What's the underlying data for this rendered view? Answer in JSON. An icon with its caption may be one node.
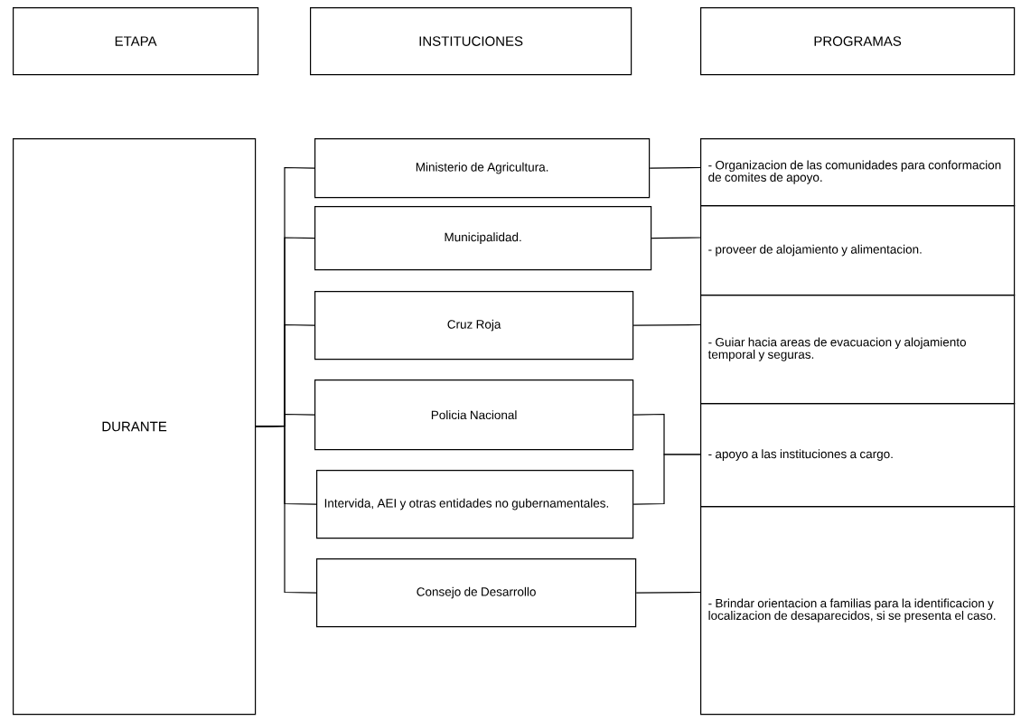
{
  "diagram": {
    "nodes": [
      {
        "text": [
          "ETAPA"
        ]
      },
      {
        "text": [
          "INSTITUCIONES"
        ]
      },
      {
        "text": [
          "PROGRAMAS"
        ]
      },
      {
        "text": [
          "DURANTE"
        ]
      },
      {
        "text": [
          "Ministerio de Agricultura."
        ]
      },
      {
        "text": [
          "Municipalidad."
        ]
      },
      {
        "text": [
          "Cruz Roja"
        ]
      },
      {
        "text": [
          "Policia Nacional"
        ]
      },
      {
        "text": [
          "Intervida, AEI y otras entidades no gubernamentales."
        ]
      },
      {
        "text": [
          "Consejo de Desarrollo"
        ]
      },
      {
        "text": [
          "- Organizacion de las comunidades para conformacion de comites de apoyo."
        ]
      },
      {
        "text": [
          "- proveer  de alojamiento y alimentacion."
        ]
      },
      {
        "text": [
          "- Guiar hacia areas de evacuacion y alojamiento temporal y seguras."
        ]
      },
      {
        "text": [
          "- apoyo a las instituciones a cargo."
        ]
      },
      {
        "text": [
          "- Brindar orientacion a familias para la identificacion y localizacion de desaparecidos, si se presenta el caso."
        ]
      }
    ],
    "edges": [
      {
        "from": 3,
        "to": 4,
        "arrow": "none"
      },
      {
        "from": 3,
        "to": 5,
        "arrow": "none"
      },
      {
        "from": 3,
        "to": 6,
        "arrow": "none"
      },
      {
        "from": 3,
        "to": 7,
        "arrow": "none"
      },
      {
        "from": 3,
        "to": 8,
        "arrow": "none"
      },
      {
        "from": 3,
        "to": 9,
        "arrow": "none"
      },
      {
        "from": 4,
        "to": 10,
        "arrow": "none"
      },
      {
        "from": 5,
        "to": 11,
        "arrow": "none"
      },
      {
        "from": 6,
        "to": 12,
        "arrow": "none"
      },
      {
        "from": 7,
        "to": 13,
        "arrow": "none"
      },
      {
        "from": 8,
        "to": 13,
        "arrow": "none"
      },
      {
        "from": 9,
        "to": 14,
        "arrow": "none"
      }
    ]
  }
}
